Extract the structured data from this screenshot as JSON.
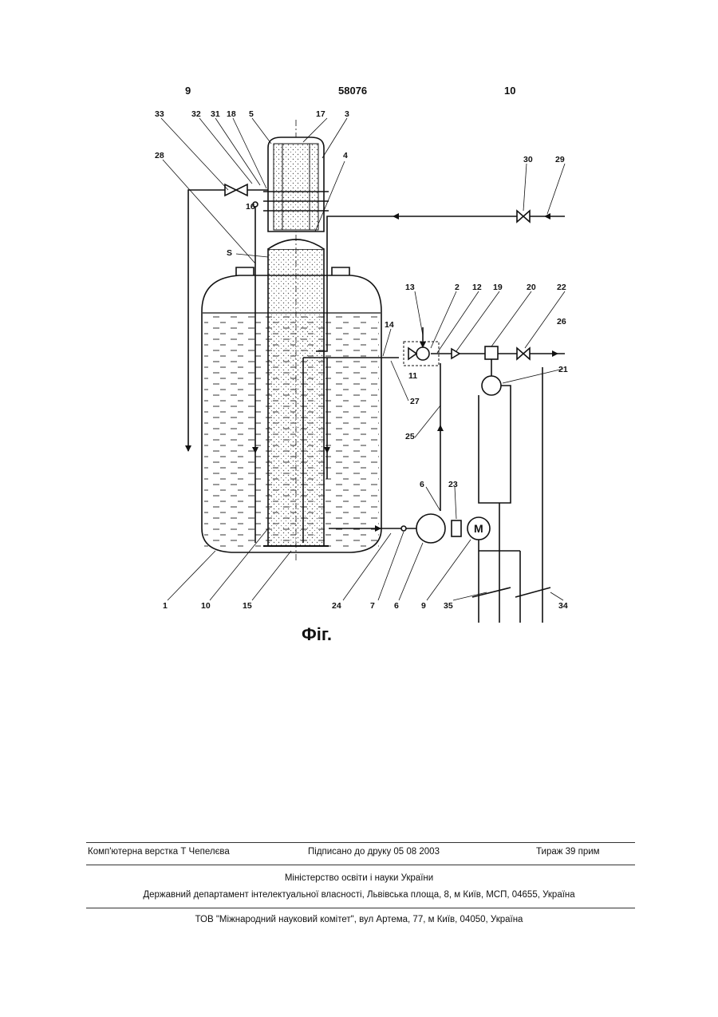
{
  "header": {
    "page_left": "9",
    "patent_number": "58076",
    "page_right": "10"
  },
  "figure": {
    "caption": "Фіг.",
    "labels": {
      "n1": "1",
      "n2": "2",
      "n3": "3",
      "n4": "4",
      "n5": "5",
      "n6a": "6",
      "n6b": "6",
      "n7": "7",
      "n9": "9",
      "n10": "10",
      "n11": "11",
      "n12": "12",
      "n13": "13",
      "n14": "14",
      "n15": "15",
      "n16": "16",
      "n17": "17",
      "n18": "18",
      "n19": "19",
      "n20": "20",
      "n21": "21",
      "n22": "22",
      "n23": "23",
      "n24": "24",
      "n25": "25",
      "n26": "26",
      "n27": "27",
      "n28": "28",
      "n29": "29",
      "n30": "30",
      "n31": "31",
      "n32": "32",
      "n33": "33",
      "n34": "34",
      "n35": "35",
      "s": "S",
      "motor": "M"
    }
  },
  "footer": {
    "layout": "Комп'ютерна верстка Т Чепелєва",
    "signed": "Підписано до друку 05 08 2003",
    "circulation": "Тираж 39 прим",
    "ministry": "Міністерство освіти і науки України",
    "department": "Державний департамент інтелектуальної власності, Львівська площа, 8, м Київ, МСП, 04655, Україна",
    "publisher": "ТОВ \"Міжнародний науковий комітет\", вул Артема, 77, м Київ, 04050, Україна"
  }
}
